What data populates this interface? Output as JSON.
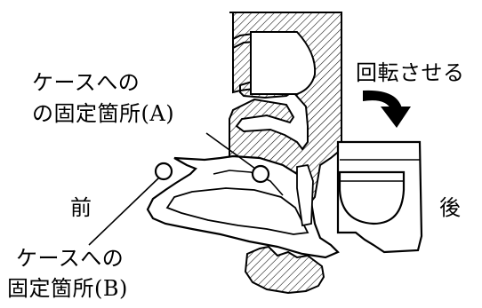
{
  "labels": {
    "rotate": "回転させる",
    "case_fix_a_line1": "ケースへの",
    "case_fix_a_line2": "の固定箇所(A)",
    "front": "前",
    "rear": "後",
    "case_fix_b_line1": "ケースへの",
    "case_fix_b_line2": "固定箇所(B)"
  },
  "colors": {
    "line": "#000000",
    "background": "#ffffff"
  },
  "icons": {
    "rotate_arrow": "curved-arrow-down-icon"
  }
}
